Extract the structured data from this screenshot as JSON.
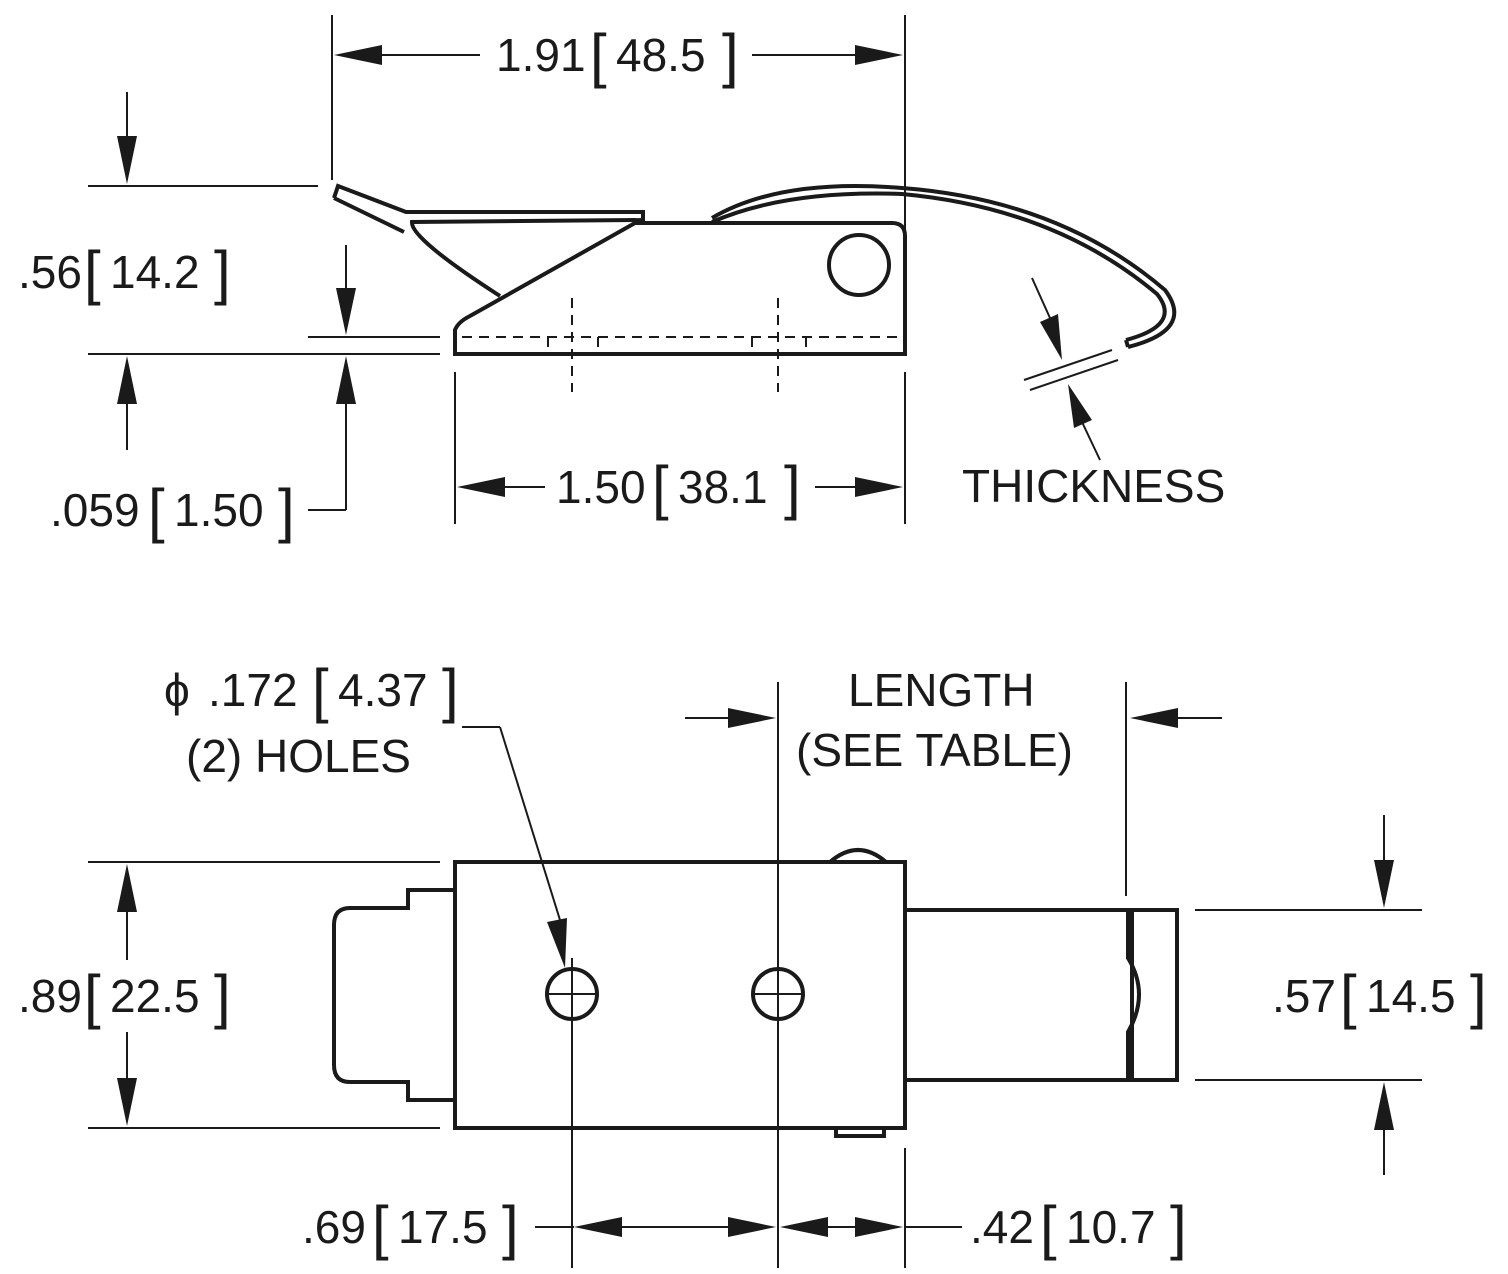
{
  "dimensions": {
    "overall_length": {
      "inch": "1.91",
      "mm": "48.5"
    },
    "height": {
      "inch": ".56",
      "mm": "14.2"
    },
    "material_thickness": {
      "inch": ".059",
      "mm": "1.50"
    },
    "base_length": {
      "inch": "1.50",
      "mm": "38.1"
    },
    "hole_diameter": {
      "inch": ".172",
      "mm": "4.37",
      "prefix": "ϕ"
    },
    "width": {
      "inch": ".89",
      "mm": "22.5"
    },
    "strike_width": {
      "inch": ".57",
      "mm": "14.5"
    },
    "hole_spacing": {
      "inch": ".69",
      "mm": "17.5"
    },
    "hole_to_end": {
      "inch": ".42",
      "mm": "10.7"
    }
  },
  "labels": {
    "thickness": "THICKNESS",
    "holes": "(2) HOLES",
    "length_line1": "LENGTH",
    "length_line2": "(SEE TABLE)"
  },
  "colors": {
    "ink": "#1a1a1a",
    "paper": "#ffffff"
  }
}
